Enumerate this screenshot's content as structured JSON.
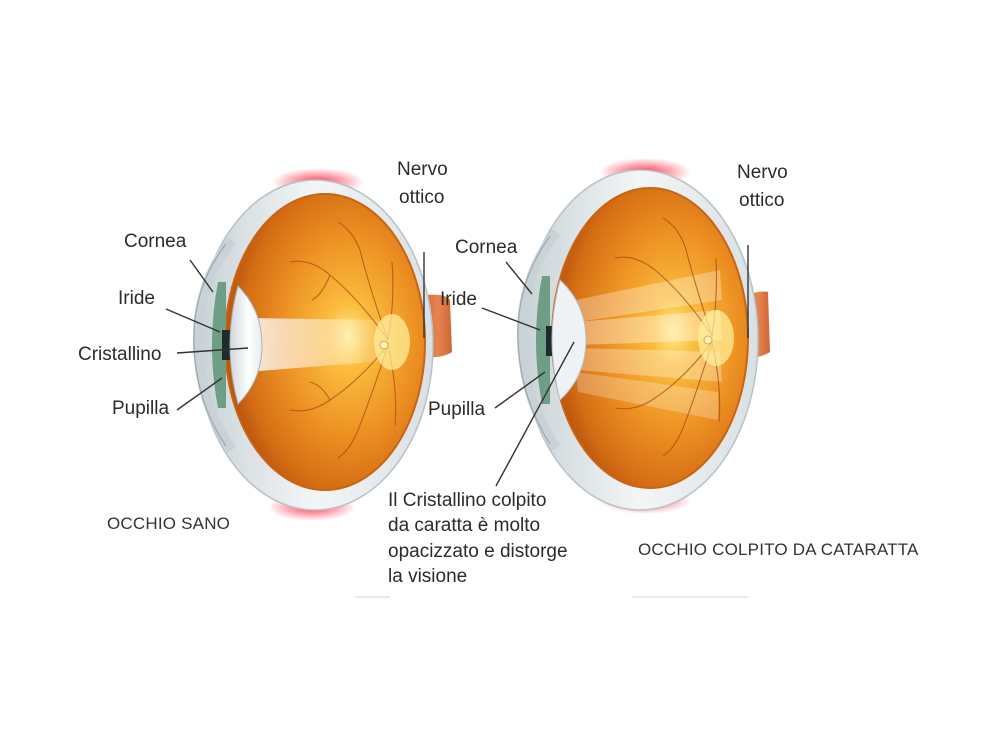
{
  "left_eye": {
    "labels": {
      "cornea": "Cornea",
      "iris": "Iride",
      "lens": "Cristallino",
      "pupil": "Pupilla",
      "optic_nerve_line1": "Nervo",
      "optic_nerve_line2": "ottico"
    },
    "caption": "OCCHIO SANO"
  },
  "right_eye": {
    "labels": {
      "cornea": "Cornea",
      "iris": "Iride",
      "pupil": "Pupilla",
      "optic_nerve_line1": "Nervo",
      "optic_nerve_line2": "ottico"
    },
    "caption": "OCCHIO COLPITO DA CATARATTA",
    "note_lines": [
      "Il Cristallino colpito",
      "da caratta è molto",
      "opacizzato e distorge",
      "la visione"
    ]
  },
  "colors": {
    "eye_fill": "#e88a1e",
    "eye_dark": "#c25a10",
    "retina_glow": "#ffe26a",
    "sclera": "#e6ecef",
    "iris": "#6f9e86",
    "nerve": "#d46a38",
    "muscle": "#ff5a6a"
  }
}
